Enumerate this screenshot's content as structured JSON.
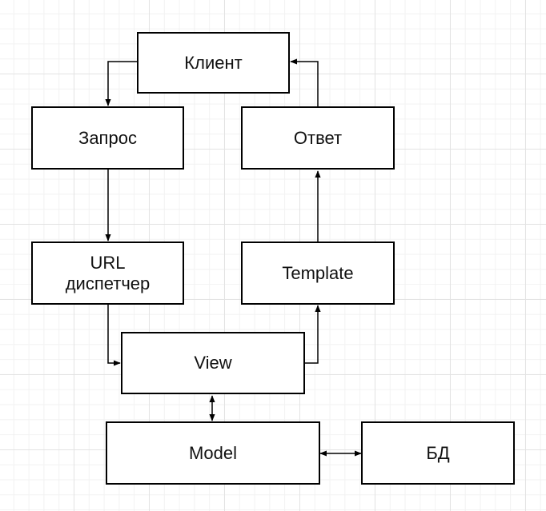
{
  "diagram": {
    "nodes": {
      "client": "Клиент",
      "request": "Запрос",
      "response": "Ответ",
      "url_dispatcher": "URL\nдиспетчер",
      "template": "Template",
      "view": "View",
      "model": "Model",
      "db": "БД"
    },
    "edges": [
      {
        "from": "client",
        "to": "request",
        "direction": "forward"
      },
      {
        "from": "request",
        "to": "url_dispatcher",
        "direction": "forward"
      },
      {
        "from": "url_dispatcher",
        "to": "view",
        "direction": "forward"
      },
      {
        "from": "view",
        "to": "template",
        "direction": "forward"
      },
      {
        "from": "template",
        "to": "response",
        "direction": "forward"
      },
      {
        "from": "response",
        "to": "client",
        "direction": "forward"
      },
      {
        "from": "view",
        "to": "model",
        "direction": "both"
      },
      {
        "from": "model",
        "to": "db",
        "direction": "both"
      }
    ]
  }
}
